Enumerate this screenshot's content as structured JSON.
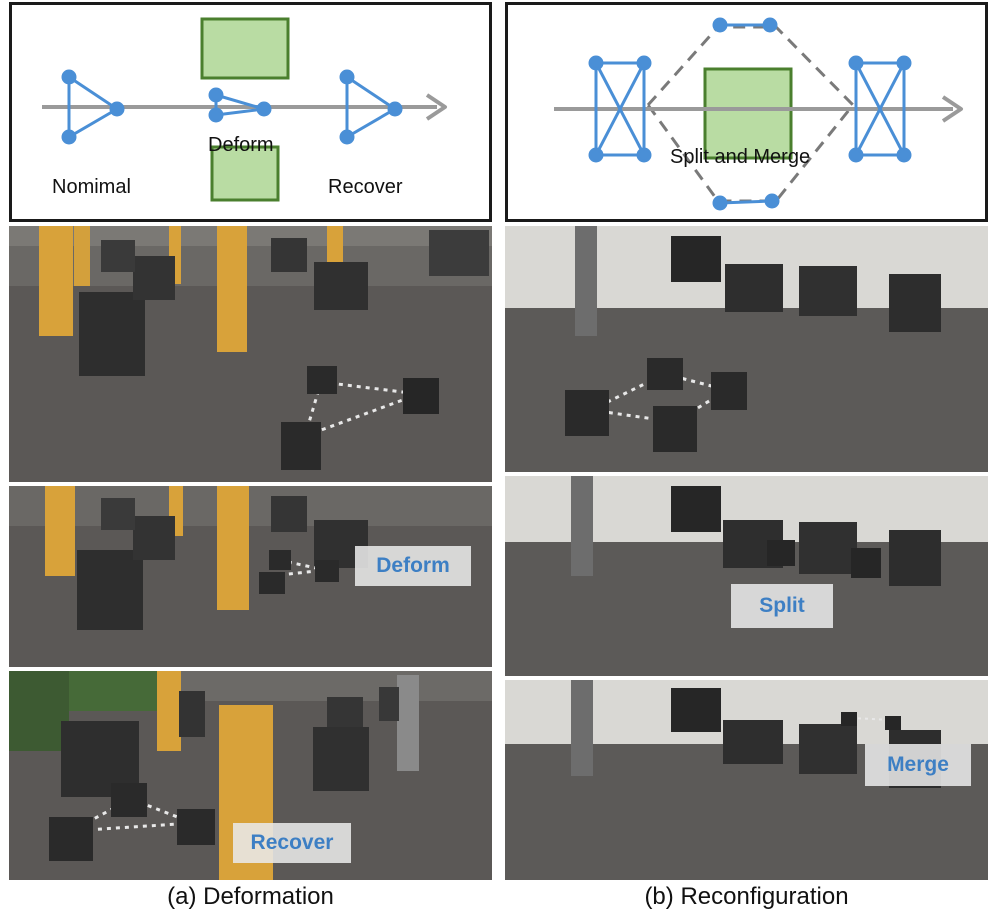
{
  "figure": {
    "caption_a": "(a) Deformation",
    "caption_b": "(b) Reconfiguration"
  },
  "diagram_a": {
    "labels": {
      "nominal": "Nomimal",
      "deform": "Deform",
      "recover": "Recover"
    }
  },
  "diagram_b": {
    "labels": {
      "split_merge": "Split and Merge"
    }
  },
  "photos_a": {
    "deform_label": "Deform",
    "recover_label": "Recover"
  },
  "photos_b": {
    "split_label": "Split",
    "merge_label": "Merge"
  },
  "colors": {
    "formation_blue": "#4a8fd6",
    "obstacle_fill": "#b9dca3",
    "obstacle_stroke": "#4a7f2e",
    "arrow_gray": "#9a9a9a",
    "label_blue": "#3d7fc4"
  }
}
